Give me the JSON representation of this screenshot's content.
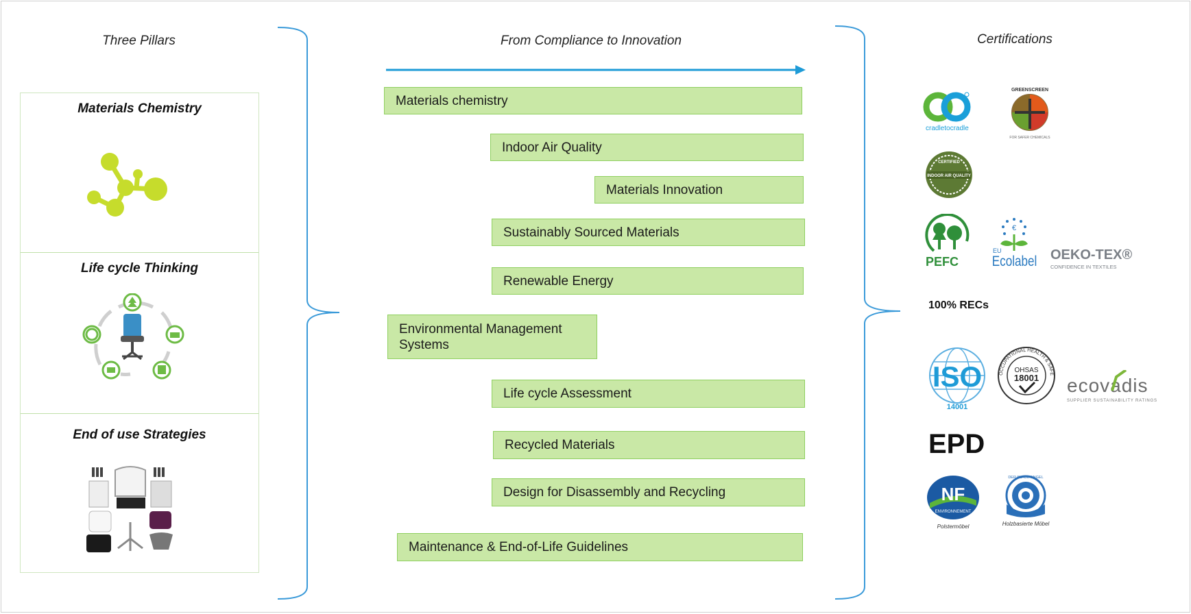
{
  "columns": {
    "left_title": "Three Pillars",
    "middle_title": "From Compliance to Innovation",
    "right_title": "Certifications"
  },
  "pillars": [
    {
      "label": "Materials Chemistry",
      "icon": "molecule-icon"
    },
    {
      "label": "Life cycle Thinking",
      "icon": "lifecycle-chair-icon"
    },
    {
      "label": "End of use Strategies",
      "icon": "disassembled-chair-icon"
    }
  ],
  "stages": [
    "Materials chemistry",
    "Indoor Air Quality",
    "Materials Innovation",
    "Sustainably Sourced Materials",
    "Renewable Energy",
    "Environmental Management Systems",
    "Life cycle Assessment",
    "Recycled Materials",
    "Design for Disassembly and Recycling",
    "Maintenance & End-of-Life Guidelines"
  ],
  "certifications": {
    "cradle": "cradletocradle",
    "greenscreen_top": "GREENSCREEN",
    "greenscreen_bottom": "FOR SAFER CHEMICALS",
    "iaq": "INDOOR AIR QUALITY",
    "iaq_top": "CERTIFIED",
    "pefc": "PEFC",
    "eu": "EU",
    "ecolabel": "Ecolabel",
    "oeko": "OEKO-TEX®",
    "oeko_sub": "CONFIDENCE IN TEXTILES",
    "recs": "100% RECs",
    "iso": "ISO",
    "iso_num": "14001",
    "ohsas": "OHSAS",
    "ohsas_num": "18001",
    "ohsas_ring": "OCCUPATIONAL HEALTH & SAFETY",
    "ecovadis": "ecovadis",
    "ecovadis_sub": "SUPPLIER SUSTAINABILITY RATINGS",
    "epd": "EPD",
    "nf": "NF",
    "nf_sub": "ENVIRONNEMENT",
    "nf_caption": "Polstermöbel",
    "blauer_top": "DER BLAUE ENGEL",
    "blauer_caption": "Holzbasierte Möbel"
  },
  "colors": {
    "stage_fill": "#c9e8a6",
    "stage_border": "#8ecf5e",
    "arrow": "#1e9bd7",
    "brace": "#3a9ad9",
    "molecule": "#c6dc2c",
    "lifecycle_green": "#6dbb45"
  }
}
